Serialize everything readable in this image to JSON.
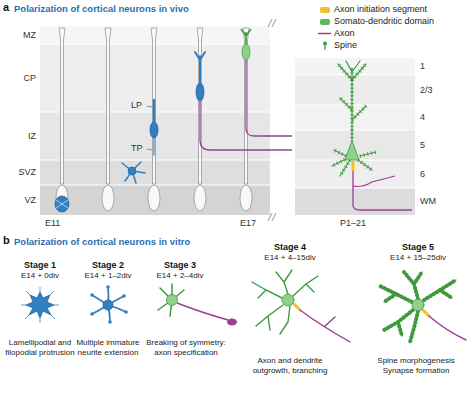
{
  "diagram": {
    "labels": [
      "a",
      "Polarization of cortical neurons in vivo",
      "MZ",
      "CP",
      "IZ",
      "SVZ",
      "VZ",
      "LP",
      "TP",
      "E11",
      "E17",
      "1",
      "2/3",
      "4",
      "5",
      "6",
      "WM",
      "P1–21",
      "b",
      "Polarization of cortical neurons in vitro",
      "Stage 1",
      "E14 + 0div",
      "Lamellipodial and filopodial protrusion",
      "Stage 2",
      "E14 + 1–2div",
      "Multiple immature neurite extension",
      "Stage 3",
      "E14 + 2–4div",
      "Breaking of symmetry: axon specification",
      "Stage 4",
      "E14 + 4–15div",
      "Axon and dendrite outgrowth, branching",
      "Stage 5",
      "E14 + 15–25div",
      "Spine morphogenesis Synapse formation"
    ],
    "legend": [
      {
        "text": "Axon initiation segment",
        "color": "#f2c12e"
      },
      {
        "text": "Somato-dendritic domain",
        "color": "#5cb85c"
      },
      {
        "text": "Axon"
      },
      {
        "text": "Spine"
      }
    ]
  }
}
